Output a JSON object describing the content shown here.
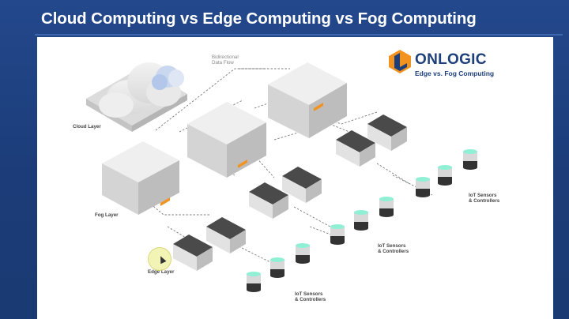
{
  "header": {
    "title": "Cloud Computing vs Edge Computing vs Fog Computing"
  },
  "logo": {
    "brand": "ONLOGIC",
    "tagline": "Edge vs. Fog Computing",
    "colors": [
      "#f2931f",
      "#1d3f7a"
    ]
  },
  "diagram": {
    "flow_label_line1": "Bidirectional",
    "flow_label_line2": "Data Flow",
    "cloud_layer": "Cloud Layer",
    "fog_layer": "Fog Layer",
    "edge_layer": "Edge Layer",
    "iot_line1": "IoT Sensors",
    "iot_line2": "& Controllers"
  },
  "colors": {
    "accent_orange": "#f2931f",
    "sensor_glow": "#8ff0d6",
    "title_bar": "#23488c"
  }
}
